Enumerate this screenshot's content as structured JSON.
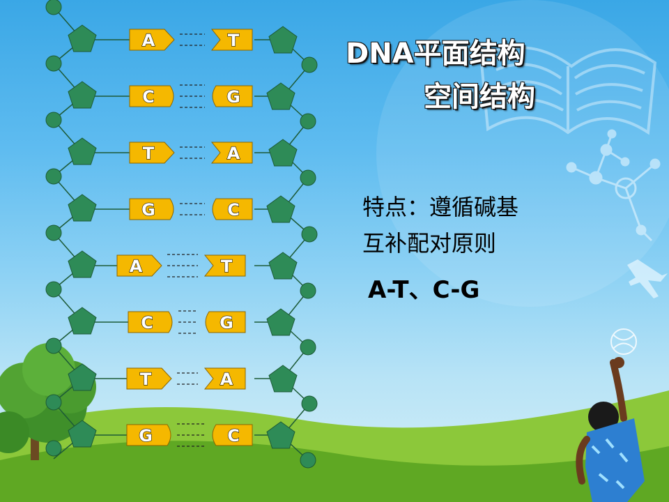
{
  "slide": {
    "title_line1": "DNA平面结构",
    "title_line2": "空间结构",
    "feature_line1": "特点：遵循碱基",
    "feature_line2": "互补配对原则",
    "pairs_text": "A-T、C-G"
  },
  "dna": {
    "left_bases": [
      "A",
      "C",
      "T",
      "G",
      "A",
      "C",
      "T",
      "G"
    ],
    "right_bases": [
      "T",
      "G",
      "A",
      "C",
      "T",
      "G",
      "A",
      "C"
    ],
    "hbond_counts": [
      2,
      3,
      2,
      2,
      3,
      3,
      2,
      3
    ]
  },
  "colors": {
    "backbone_green": "#2e8b57",
    "base_yellow": "#f5b800",
    "base_orange": "#f39a12",
    "sky_top": "#3aa7e6",
    "grass": "#6fba2c",
    "title_text": "#ffffff"
  },
  "decorations": [
    "book-icon",
    "molecule-icon",
    "airplane-icon",
    "ball-icon",
    "tree-icon",
    "child-figure-icon"
  ]
}
